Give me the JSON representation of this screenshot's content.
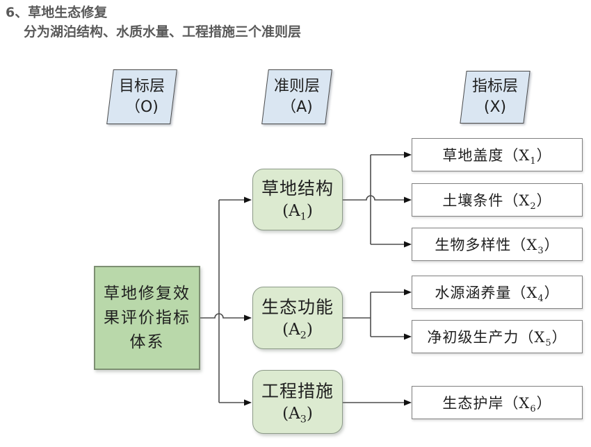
{
  "heading": {
    "line1": "6、草地生态修复",
    "line2": "分为湖泊结构、水质水量、工程措施三个准则层"
  },
  "layer_labels": [
    {
      "title": "目标层",
      "code": "（O)"
    },
    {
      "title": "准则层",
      "code": "（A)"
    },
    {
      "title": "指标层",
      "code": "(X)"
    }
  ],
  "goal_box": {
    "text": "草地修复效\n果评价指标\n体系"
  },
  "criteria_boxes": [
    {
      "name": "草地结构",
      "code_pre": "(A",
      "code_sub": "1",
      "code_post": ")"
    },
    {
      "name": "生态功能",
      "code_pre": "(A",
      "code_sub": "2",
      "code_post": ")"
    },
    {
      "name": "工程措施",
      "code_pre": "(A",
      "code_sub": "3",
      "code_post": ")"
    }
  ],
  "indicator_boxes": [
    {
      "pre": "草地盖度（X",
      "sub": "1",
      "post": "）"
    },
    {
      "pre": "土壤条件（X",
      "sub": "2",
      "post": "）"
    },
    {
      "pre": "生物多样性（X",
      "sub": "3",
      "post": "）"
    },
    {
      "pre": "水源涵养量（X",
      "sub": "4",
      "post": "）"
    },
    {
      "pre": "净初级生产力（X",
      "sub": "5",
      "post": "）"
    },
    {
      "pre": "生态护岸（X",
      "sub": "6",
      "post": "）"
    }
  ],
  "colors": {
    "heading_text": "#595959",
    "diagram_text": "#1f1f1f",
    "layer_fill": "#dae6f2",
    "layer_border": "#4a4a4a",
    "goal_fill": "#b9d8aa",
    "goal_border": "#7d8f72",
    "criteria_fill": "#dcead0",
    "criteria_border": "#8c9a88",
    "indicator_fill": "#ffffff",
    "indicator_border": "#808080",
    "line": "#4d4d4d",
    "arrow": "#111111"
  }
}
